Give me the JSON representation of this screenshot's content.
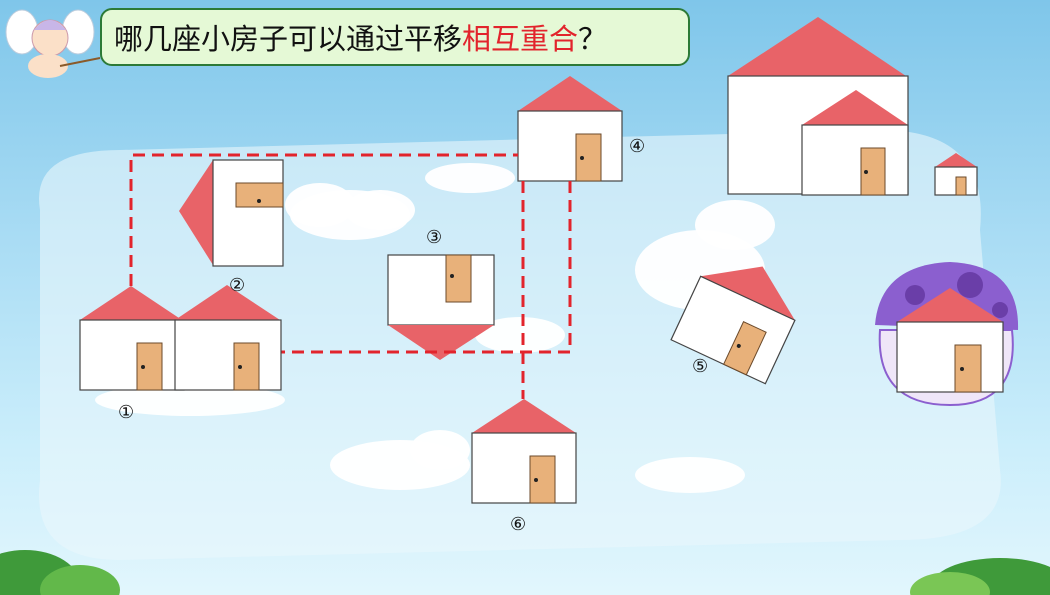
{
  "question": {
    "prefix": "哪几座小房子可以通过平移",
    "highlight": "相互重合",
    "suffix": "？"
  },
  "house_labels": {
    "h1": "①",
    "h2": "②",
    "h3": "③",
    "h4": "④",
    "h5": "⑤",
    "h6": "⑥"
  },
  "colors": {
    "roof": "#e86368",
    "door": "#e8b17a",
    "dashed_path": "#e2242c",
    "title_border": "#2c7a37",
    "title_bg": "#e5f9d6",
    "highlight_text": "#e2242c",
    "mushroom": "#8b5fcf"
  },
  "icons": {
    "mascot": "cupid-angel-icon",
    "mushroom": "mushroom-house-icon",
    "bushes": "green-bush-icon"
  }
}
